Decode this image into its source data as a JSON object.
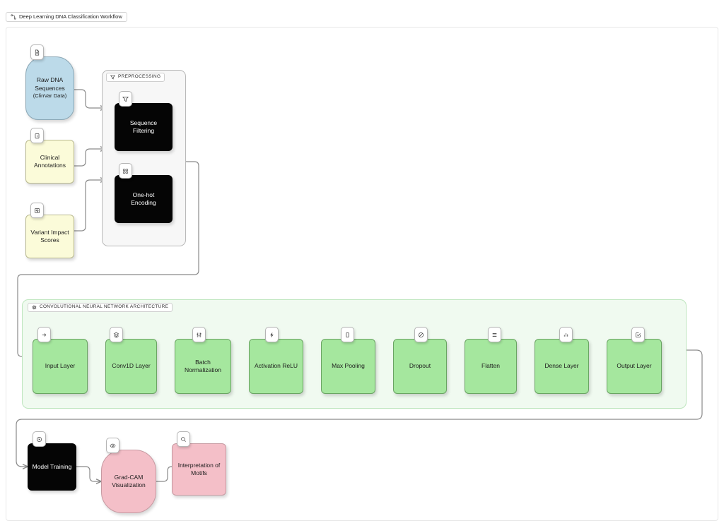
{
  "tab": {
    "title": "Deep Learning DNA Classification Workflow",
    "icon": "flow-node-icon"
  },
  "groups": [
    {
      "id": "preprocessing",
      "label": "PREPROCESSING",
      "icon": "filter-icon"
    },
    {
      "id": "cnn",
      "label": "CONVOLUTIONAL NEURAL NETWORK ARCHITECTURE",
      "icon": "cpu-icon"
    }
  ],
  "nodes": {
    "raw_dna": {
      "label": "Raw DNA",
      "line2": "Sequences",
      "sub": "(ClinVar Data)",
      "icon": "file-text-icon",
      "color": "#bcdae9"
    },
    "clinical": {
      "label": "Clinical",
      "line2": "Annotations",
      "icon": "clipboard-info-icon",
      "color": "#fbfbd9"
    },
    "variant": {
      "label": "Variant Impact",
      "line2": "Scores",
      "icon": "activity-icon",
      "color": "#fbfbd9"
    },
    "seq_filter": {
      "label": "Sequence",
      "line2": "Filtering",
      "icon": "filter-icon",
      "color": "#050505"
    },
    "one_hot": {
      "label": "One-hot",
      "line2": "Encoding",
      "icon": "grid-binary-icon",
      "color": "#050505"
    },
    "input_layer": {
      "label": "Input Layer",
      "icon": "arrow-right-icon",
      "color": "#a5e79e"
    },
    "conv1d": {
      "label": "Conv1D Layer",
      "icon": "layers-icon",
      "color": "#a5e79e"
    },
    "batchnorm": {
      "label": "Batch",
      "line2": "Normalization",
      "icon": "sliders-icon",
      "color": "#a5e79e"
    },
    "relu": {
      "label": "Activation ReLU",
      "icon": "zap-icon",
      "color": "#a5e79e"
    },
    "maxpool": {
      "label": "Max Pooling",
      "icon": "rectangle-icon",
      "color": "#a5e79e"
    },
    "dropout": {
      "label": "Dropout",
      "icon": "ban-icon",
      "color": "#a5e79e"
    },
    "flatten": {
      "label": "Flatten",
      "icon": "menu-lines-icon",
      "color": "#a5e79e"
    },
    "dense": {
      "label": "Dense Layer",
      "icon": "bar-chart-icon",
      "color": "#a5e79e"
    },
    "output_layer": {
      "label": "Output Layer",
      "icon": "check-square-icon",
      "color": "#a5e79e"
    },
    "model_training": {
      "label": "Model Training",
      "icon": "play-circle-icon",
      "color": "#050505"
    },
    "gradcam": {
      "label": "Grad-CAM",
      "line2": "Visualization",
      "icon": "eye-icon",
      "color": "#f4bfc8"
    },
    "interpretation": {
      "label": "Interpretation of",
      "line2": "Motifs",
      "icon": "search-icon",
      "color": "#f4bfc8"
    }
  },
  "palette": {
    "blue": "#bcdae9",
    "yellow": "#fbfbd9",
    "green": "#a5e79e",
    "pink": "#f4bfc8",
    "black": "#050505",
    "group_grey": "#f7f7f7",
    "group_green": "#f0faf0",
    "edge": "#8a8a8a"
  }
}
